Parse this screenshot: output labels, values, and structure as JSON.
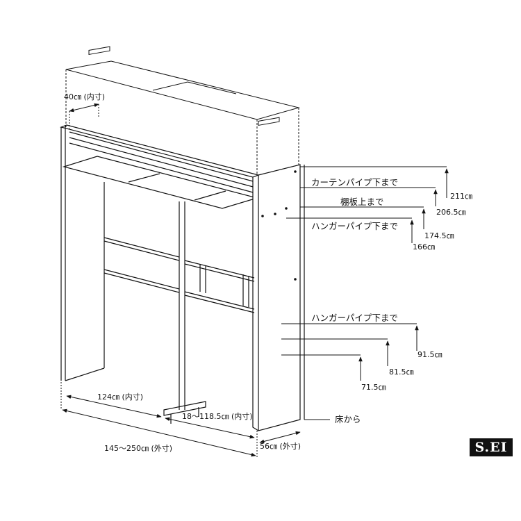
{
  "labels": {
    "depth_inner": "40㎝ (内寸)",
    "curtain_pipe": "カーテンパイプ下まで",
    "shelf_top": "棚板上まで",
    "hanger_pipe_upper": "ハンガーパイプ下まで",
    "hanger_pipe_lower": "ハンガーパイプ下まで",
    "h_211": "211㎝",
    "h_206_5": "206.5㎝",
    "h_174_5": "174.5㎝",
    "h_166": "166㎝",
    "h_91_5": "91.5㎝",
    "h_81_5": "81.5㎝",
    "h_71_5": "71.5㎝",
    "width_inner": "124㎝ (内寸)",
    "adjust_inner": "18～118.5㎝ (内寸)",
    "width_outer": "145～250㎝ (外寸)",
    "depth_outer": "56㎝ (外寸)",
    "from_floor": "床から"
  },
  "logo": "S.EI",
  "colors": {
    "line": "#111111",
    "dashed": "#555555"
  }
}
